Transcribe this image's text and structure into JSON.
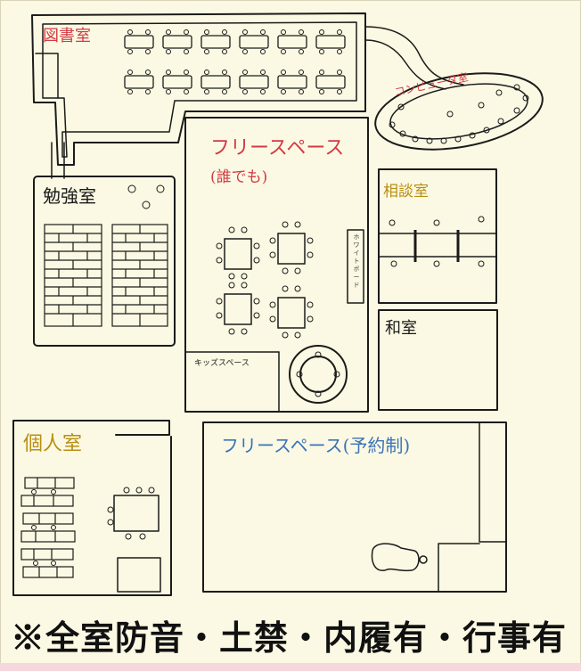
{
  "rooms": {
    "library": "図書室",
    "computer_room": "コンピュータ室",
    "study_room": "勉強室",
    "free_space": "フリースペース",
    "free_space_note": "(誰でも)",
    "counseling_room": "相談室",
    "japanese_room": "和室",
    "kids_space": "キッズスペース",
    "private_room": "個人室",
    "reserved_space": "フリースペース(予約制)",
    "side_box": "ホワイトボード"
  },
  "footer_note": "※全室防音・土禁・内履有・行事有",
  "colors": {
    "red_text": "#d23a45",
    "blue_text": "#3c73b8",
    "gold_text": "#b88f10",
    "ink": "#1b1b1b",
    "paper": "#fbf9e3"
  }
}
